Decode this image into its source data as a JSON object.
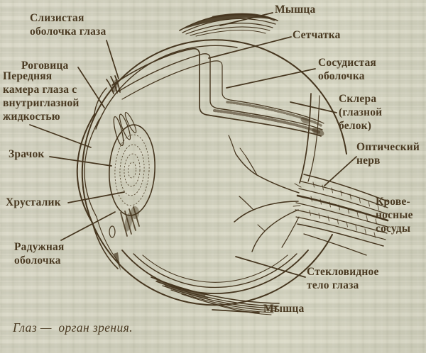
{
  "page": {
    "caption": "Глаз —  орган зрения."
  },
  "diagram": {
    "labels": [
      {
        "id": "mucous-membrane",
        "text": "Слизистая\nоболочка глаза"
      },
      {
        "id": "cornea",
        "text": "Роговица"
      },
      {
        "id": "anterior-chamber",
        "text": "Передняя\nкамера глаза с\nвнутриглазной\nжидкостью"
      },
      {
        "id": "pupil",
        "text": "Зрачок"
      },
      {
        "id": "lens",
        "text": "Хрусталик"
      },
      {
        "id": "iris",
        "text": "Радужная\nоболочка"
      },
      {
        "id": "muscle-top",
        "text": "Мышца"
      },
      {
        "id": "retina",
        "text": "Сетчатка"
      },
      {
        "id": "choroid",
        "text": "Сосудистая\nоболочка"
      },
      {
        "id": "sclera",
        "text": "Склера\n(глазной\nбелок)"
      },
      {
        "id": "optic-nerve",
        "text": "Оптический\nнерв"
      },
      {
        "id": "blood-vessels",
        "text": "Крове-\nносные\nсосуды"
      },
      {
        "id": "vitreous-body",
        "text": "Стекловидное\nтело глаза"
      },
      {
        "id": "muscle-bottom",
        "text": "Мышца"
      }
    ]
  },
  "colors": {
    "paper": "#d9d7c6",
    "ink": "#46361f",
    "label_text": "#4a3a22"
  }
}
